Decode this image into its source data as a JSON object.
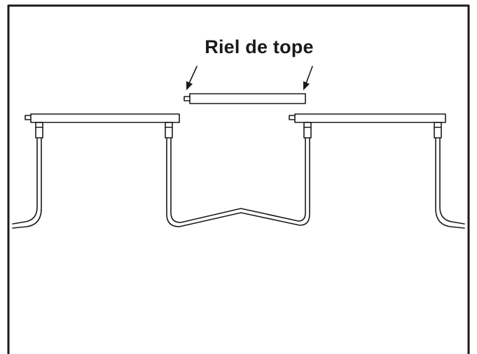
{
  "diagram": {
    "label": "Riel de tope",
    "parts": [
      "left-rail",
      "right-rail",
      "stop-rail",
      "left-outer-leg",
      "left-inner-leg",
      "right-inner-leg",
      "right-outer-leg",
      "connecting-cable"
    ]
  },
  "style": {
    "line_color": "#1a1a1a",
    "background": "#ffffff"
  }
}
